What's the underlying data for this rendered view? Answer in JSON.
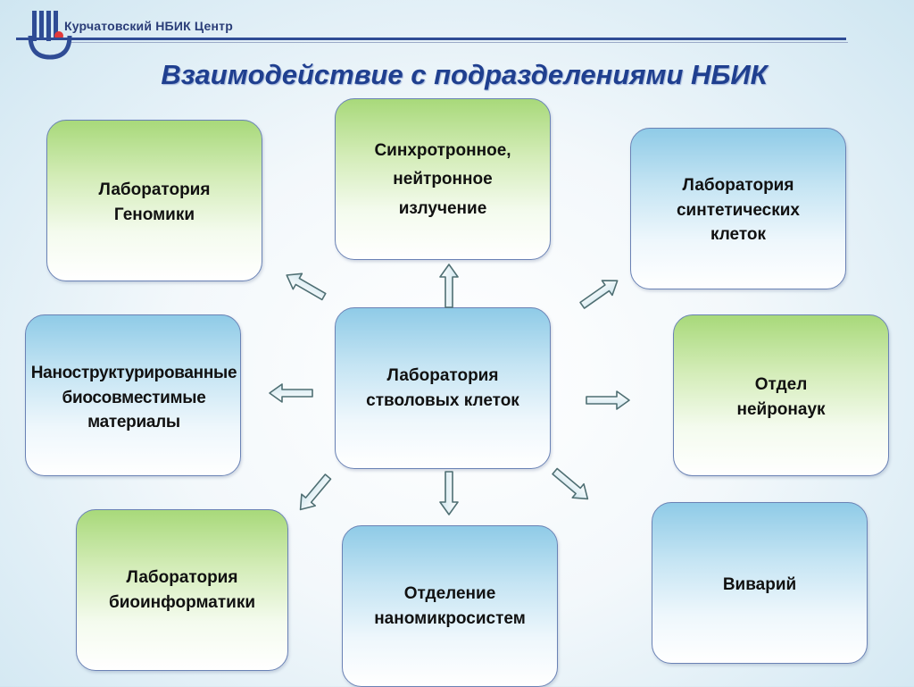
{
  "header": {
    "org_name": "Курчатовский НБИК Центр",
    "title": "Взаимодействие с подразделениями НБИК"
  },
  "colors": {
    "accent": "#1f3f8f",
    "green_box": "#a8d97a",
    "blue_box": "#8fcbe7"
  },
  "nodes": {
    "center": "Лаборатория\nстволовых клеток",
    "genomics": "Лаборатория\nГеномики",
    "synchrotron": "Синхротронное,\nнейтронное\nизлучение",
    "synthetic": "Лаборатория\nсинтетических\nклеток",
    "nanostructured": "Наноструктурированные\nбиосовместимые\nматериалы",
    "neuro": "Отдел\nнейронаук",
    "bioinformatics": "Лаборатория\nбиоинформатики",
    "nanomicro": "Отделение\nнаномикросистем",
    "vivarium": "Виварий"
  }
}
